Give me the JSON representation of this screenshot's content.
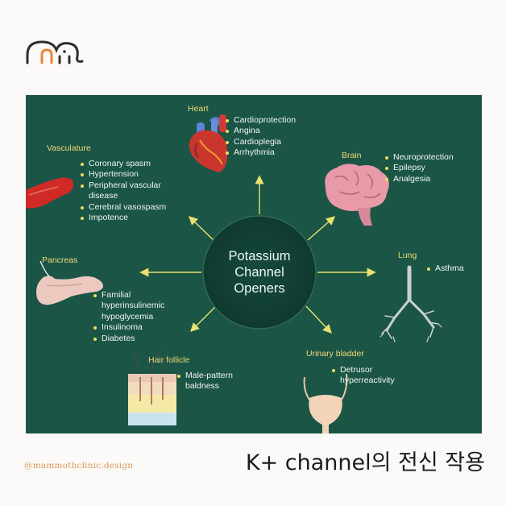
{
  "center": {
    "label": "Potassium\nChannel\nOpeners"
  },
  "organs": {
    "heart": {
      "title": "Heart",
      "items": [
        "Cardioprotection",
        "Angina",
        "Cardioplegia",
        "Arrhythmia"
      ]
    },
    "vasculature": {
      "title": "Vasculature",
      "items": [
        "Coronary spasm",
        "Hypertension",
        "Peripheral vascular\ndisease",
        "Cerebral vasospasm",
        "Impotence"
      ]
    },
    "brain": {
      "title": "Brain",
      "items": [
        "Neuroprotection",
        "Epilepsy",
        "Analgesia"
      ]
    },
    "pancreas": {
      "title": "Pancreas",
      "items": [
        "Familial\nhyperinsulinemic\nhypoglycemia",
        "Insulinoma",
        "Diabetes"
      ]
    },
    "lung": {
      "title": "Lung",
      "items": [
        "Asthma"
      ]
    },
    "hair_follicle": {
      "title": "Hair follicle",
      "items": [
        "Male-pattern\nbaldness"
      ]
    },
    "urinary_bladder": {
      "title": "Urinary bladder",
      "items": [
        "Detrusor\nhyperreactivity"
      ]
    }
  },
  "footer": {
    "handle": "@mammothclinic.design",
    "caption": "K+ channel의 전신 작용"
  },
  "colors": {
    "panel": "#1b5545",
    "center_circle": "#123f34",
    "title": "#f0d878",
    "arrow": "#e8e070",
    "logo_gray": "#2e2e2e",
    "logo_orange": "#e8843c"
  }
}
